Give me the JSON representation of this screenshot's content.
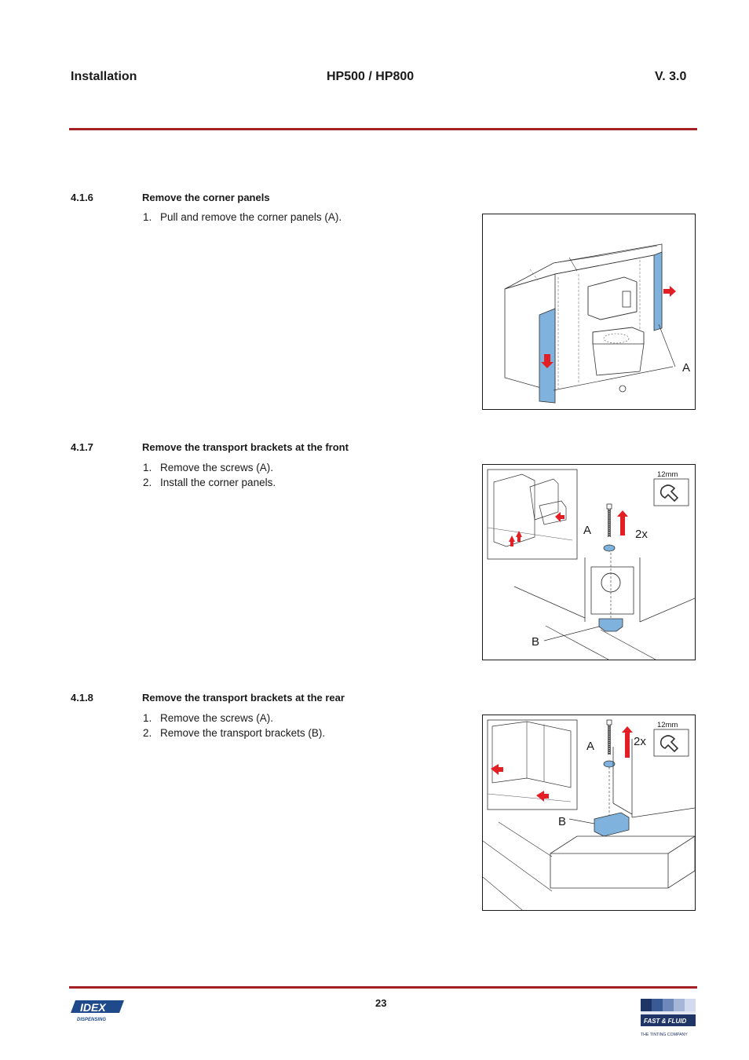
{
  "header": {
    "section": "Installation",
    "model": "HP500 / HP800",
    "version": "V. 3.0"
  },
  "sections": [
    {
      "number": "4.1.6",
      "title": "Remove the corner panels",
      "steps": [
        {
          "n": "1.",
          "text": "Pull and remove the corner panels (A)."
        }
      ],
      "figure": {
        "labels": [
          "A"
        ]
      }
    },
    {
      "number": "4.1.7",
      "title": "Remove the transport brackets at the front",
      "steps": [
        {
          "n": "1.",
          "text": "Remove the screws (A)."
        },
        {
          "n": "2.",
          "text": "Install the corner panels."
        }
      ],
      "figure": {
        "labels": [
          "A",
          "2x",
          "B"
        ],
        "tool": "12mm"
      }
    },
    {
      "number": "4.1.8",
      "title": "Remove the transport brackets at the rear",
      "steps": [
        {
          "n": "1.",
          "text": "Remove the screws (A)."
        },
        {
          "n": "2.",
          "text": "Remove the transport brackets (B)."
        }
      ],
      "figure": {
        "labels": [
          "A",
          "2x",
          "B"
        ],
        "tool": "12mm"
      }
    }
  ],
  "footer": {
    "page_number": "23",
    "left_logo": {
      "text": "IDEX",
      "subtext": "DISPENSING"
    },
    "right_logo": {
      "text": "FAST & FLUID",
      "subtext": "THE TINTING COMPANY"
    }
  },
  "colors": {
    "rule": "#a32027",
    "arrow": "#e31e24",
    "highlight": "#7fb2dc",
    "logo_blue": "#1e4a8c"
  }
}
